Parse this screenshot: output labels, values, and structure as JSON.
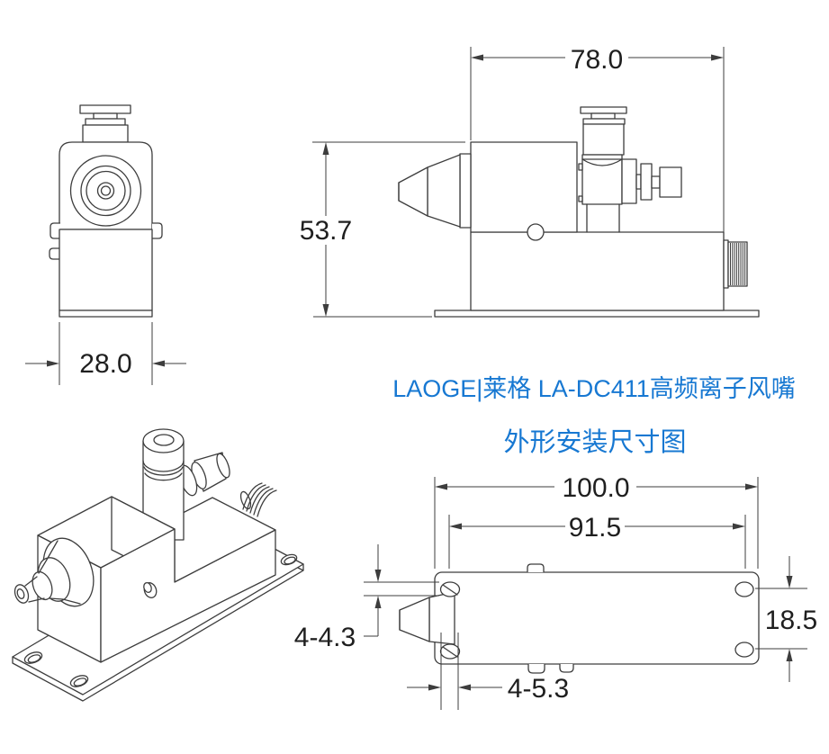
{
  "title": {
    "brand_line": "LAOGE|莱格 LA-DC411高频离子风嘴",
    "section_title": "外形安装尺寸图",
    "accent_color": "#1778d2"
  },
  "dimensions": {
    "front_width": "28.0",
    "body_length": "78.0",
    "body_height": "53.7",
    "base_length": "100.0",
    "hole_pitch_length": "91.5",
    "hole_pitch_cross": "18.5",
    "hole_size_small": "4-4.3",
    "hole_size_large": "4-5.3"
  },
  "drawing": {
    "line_color": "#3d3d3d",
    "text_color": "#1f1f1f",
    "background": "#ffffff"
  }
}
